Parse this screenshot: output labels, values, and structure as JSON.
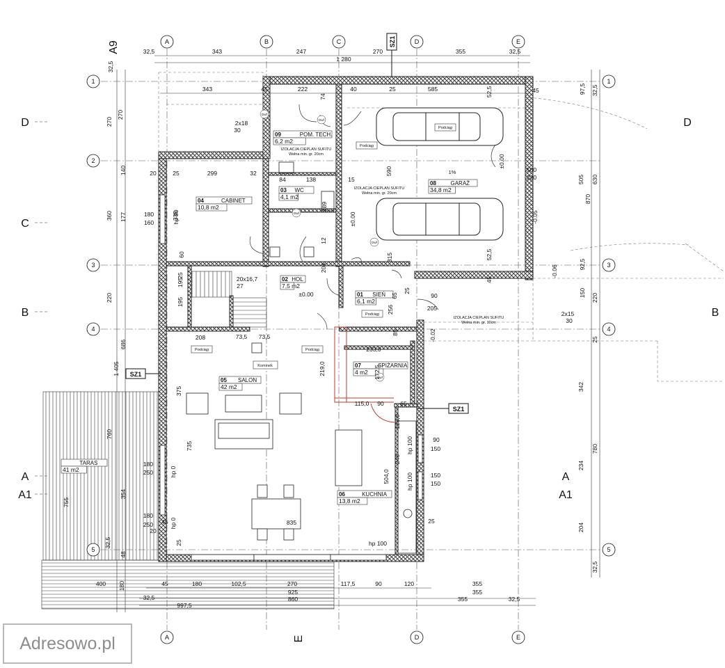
{
  "watermark": "Adresowo.pl",
  "rooms": [
    {
      "no": "09",
      "name": "POM. TECH.",
      "area": "6,2 m2"
    },
    {
      "no": "04",
      "name": "CABINET",
      "area": "10,8 m2"
    },
    {
      "no": "03",
      "name": "WC",
      "area": "4,1 m2"
    },
    {
      "no": "08",
      "name": "GARAŻ",
      "area": "34,8 m2"
    },
    {
      "no": "02",
      "name": "HOL",
      "area": "7,5 m2"
    },
    {
      "no": "01",
      "name": "SIEŃ",
      "area": "6,1 m2"
    },
    {
      "no": "05",
      "name": "SALON",
      "area": "42 m2"
    },
    {
      "no": "07",
      "name": "SPIŻARNIA",
      "area": "4 m2"
    },
    {
      "no": "06",
      "name": "KUCHNIA",
      "area": "13,8 m2"
    },
    {
      "no": "",
      "name": "TARAS",
      "area": "41 m2"
    }
  ],
  "axes_vertical": [
    "A",
    "B",
    "C",
    "D",
    "E"
  ],
  "axes_horizontal": [
    "1",
    "2",
    "3",
    "4",
    "5"
  ],
  "side_axes": [
    "D",
    "C",
    "B",
    "A",
    "A1"
  ],
  "sections": {
    "sz1": "SZ1",
    "a9": "A9",
    "e": "E"
  },
  "notes": {
    "insulation": "IZOLACJA CIEPLAN SUFITU",
    "insulation_sub20": "Wełna min. gr. 20cm",
    "insulation_sub10": "Wełna min. gr. 10cm",
    "podciag": "Podciąg",
    "kominek": "Kominek",
    "dwf": "Dwf",
    "slope": "1%",
    "stairs": "20x16,7",
    "stairs_n": "27",
    "lvl_000": "±0.00",
    "lvl_m002": "-0.02",
    "lvl_m005": "-0.05",
    "lvl_m006": "-0.06"
  },
  "dims_top": [
    "32,5",
    "343",
    "247",
    "270",
    "355",
    "32,5",
    "1 280",
    "343",
    "222",
    "40",
    "25",
    "585",
    "45",
    "45",
    "74"
  ],
  "dims_row2": [
    "20",
    "25",
    "299",
    "32",
    "84",
    "138",
    "15",
    "500",
    "220"
  ],
  "dims_left": [
    "32,5",
    "270",
    "270",
    "140",
    "360",
    "177",
    "220",
    "686",
    "1 405",
    "760",
    "755",
    "354",
    "32,5",
    "48"
  ],
  "dims_right": [
    "97,5",
    "32,5",
    "505",
    "630",
    "870",
    "92,5",
    "150",
    "220",
    "25",
    "342",
    "780",
    "234",
    "204",
    "32,5"
  ],
  "dims_bottom": [
    "400",
    "180",
    "45",
    "180",
    "102,5",
    "270",
    "117,5",
    "90",
    "120",
    "355",
    "925",
    "32,5",
    "860",
    "997,5",
    "355",
    "355",
    "32,5",
    "835"
  ],
  "dims_interior": [
    "180",
    "160",
    "335",
    "hp 90",
    "60",
    "195",
    "195",
    "25",
    "208",
    "73,5",
    "73,5",
    "375",
    "735",
    "hp 0",
    "25",
    "233,0",
    "219,0",
    "115,0",
    "90",
    "65",
    "172,5",
    "120,0",
    "504,0",
    "240",
    "hp 100",
    "hp 100",
    "90",
    "150",
    "150",
    "150",
    "180",
    "250",
    "180",
    "250",
    "20",
    "45",
    "hp 0",
    "hp 100",
    "2x18",
    "30",
    "2x15",
    "30",
    "52,5",
    "12",
    "204",
    "189",
    "590",
    "315",
    "256",
    "85",
    "65",
    "52,5",
    "45",
    "205",
    "90",
    "25",
    "25"
  ]
}
